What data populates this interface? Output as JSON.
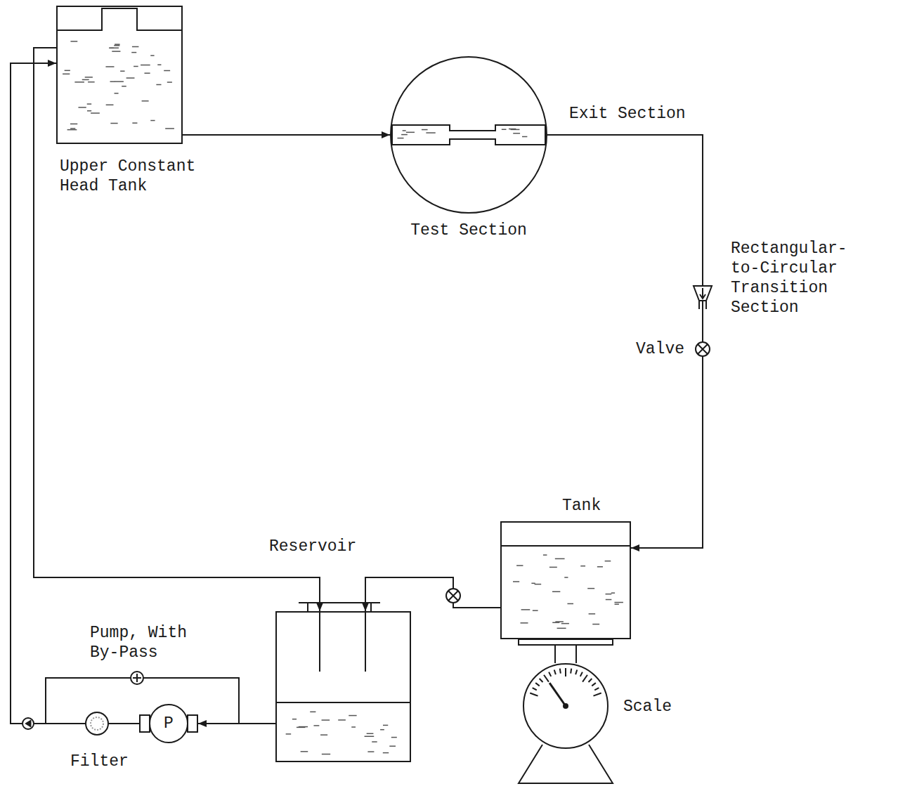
{
  "diagram": {
    "nodes": [
      {
        "text": [
          "Upper Constant Head Tank"
        ]
      },
      {
        "text": [
          "Test Section"
        ]
      },
      {
        "text": [
          "Tank"
        ]
      },
      {
        "text": [
          "Reservoir"
        ]
      },
      {
        "text": [
          "P"
        ]
      },
      {
        "text": [
          "Scale"
        ]
      }
    ],
    "edges": [
      {
        "from": 0,
        "to": 1,
        "arrow": "to"
      },
      {
        "from": 1,
        "to": 2,
        "arrow": "to"
      },
      {
        "from": 2,
        "to": 3,
        "arrow": "to"
      },
      {
        "from": 0,
        "to": 3,
        "arrow": "to"
      },
      {
        "from": 3,
        "to": 4,
        "arrow": "to"
      },
      {
        "from": 4,
        "to": 0,
        "arrow": "to"
      }
    ],
    "labels": [
      "Exit Section",
      "Rectangular-to-Circular Transition Section",
      "Valve",
      "Pump, With By-Pass",
      "Filter"
    ]
  }
}
